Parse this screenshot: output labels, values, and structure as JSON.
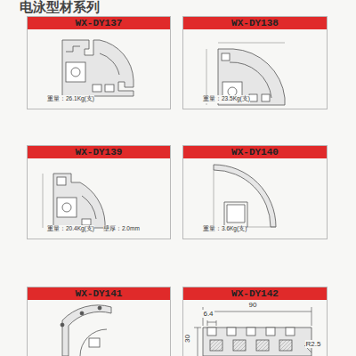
{
  "diagram": {
    "title": "电泳型材系列",
    "nodes": [
      {
        "text": [
          "WX-DY137",
          "重量：26.1Kg(支)"
        ]
      },
      {
        "text": [
          "WX-DY138",
          "重量：23.5Kg(支)"
        ]
      },
      {
        "text": [
          "WX-DY139",
          "重量：20.4Kg(支)",
          "壁厚：2.0mm"
        ]
      },
      {
        "text": [
          "WX-DY140",
          "重量：3.6Kg(支)"
        ]
      },
      {
        "text": [
          "WX-DY141"
        ]
      },
      {
        "text": [
          "WX-DY142"
        ]
      }
    ],
    "labels": [
      "90",
      "6.4",
      "30",
      "R2.5"
    ]
  }
}
